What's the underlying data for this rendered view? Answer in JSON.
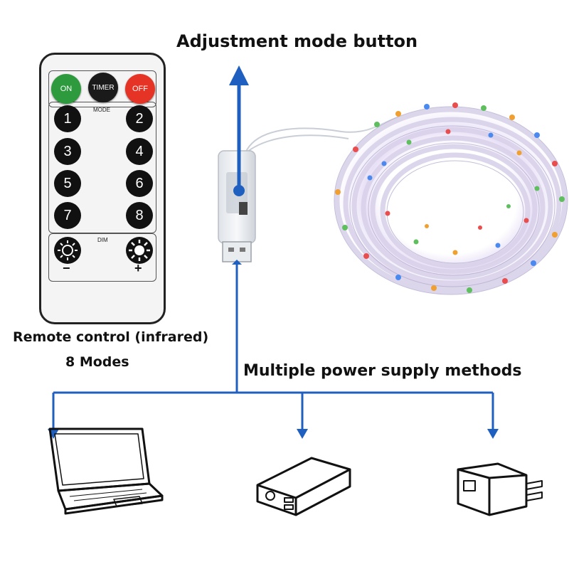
{
  "title_adjust": "Adjustment mode button",
  "remote": {
    "on": "ON",
    "timer": "TIMER",
    "off": "OFF",
    "mode": "MODE",
    "dim": "DIM",
    "minus": "−",
    "plus": "+",
    "numbers": [
      "1",
      "2",
      "3",
      "4",
      "5",
      "6",
      "7",
      "8"
    ],
    "colors": {
      "on": "#2e9a3e",
      "timer": "#1a1a1a",
      "off": "#e53325"
    }
  },
  "caption_remote": "Remote control (infrared)",
  "caption_modes": "8 Modes",
  "caption_power": "Multiple power supply methods",
  "arrow_color": "#1f5fbf"
}
